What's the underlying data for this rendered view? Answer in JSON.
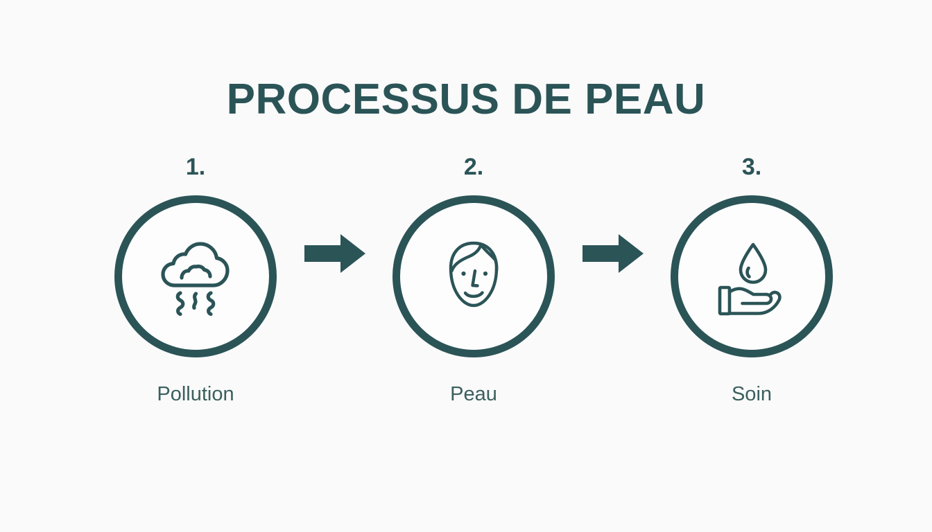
{
  "page": {
    "title": "PROCESSUS DE PEAU",
    "background_color": "#fafafa",
    "accent_color": "#2b5457",
    "label_color": "#3b5f5e"
  },
  "steps": [
    {
      "number": "1.",
      "label": "Pollution",
      "icon": "pollution-cloud-icon"
    },
    {
      "number": "2.",
      "label": "Peau",
      "icon": "face-icon"
    },
    {
      "number": "3.",
      "label": "Soin",
      "icon": "hand-droplet-icon"
    }
  ],
  "arrows": [
    {
      "name": "arrow-right-icon"
    },
    {
      "name": "arrow-right-icon"
    }
  ]
}
